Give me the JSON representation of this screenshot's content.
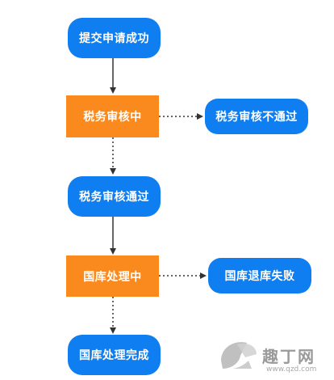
{
  "flowchart": {
    "nodes": {
      "submit_success": "提交申请成功",
      "tax_review": "税务审核中",
      "tax_review_failed": "税务审核不通过",
      "tax_review_passed": "税务审核通过",
      "treasury_processing": "国库处理中",
      "treasury_refund_failed": "国库退库失败",
      "treasury_done": "国库处理完成"
    },
    "edges": [
      {
        "from": "submit_success",
        "to": "tax_review",
        "style": "solid"
      },
      {
        "from": "tax_review",
        "to": "tax_review_failed",
        "style": "dotted"
      },
      {
        "from": "tax_review",
        "to": "tax_review_passed",
        "style": "dotted"
      },
      {
        "from": "tax_review_passed",
        "to": "treasury_processing",
        "style": "solid"
      },
      {
        "from": "treasury_processing",
        "to": "treasury_refund_failed",
        "style": "dotted"
      },
      {
        "from": "treasury_processing",
        "to": "treasury_done",
        "style": "dotted"
      }
    ],
    "colors": {
      "success_node": "#0f7ef0",
      "pending_node": "#fa8a1d",
      "arrow": "#333333"
    }
  },
  "watermark": {
    "text": "趣丁网",
    "url": "www.qzd.com"
  }
}
